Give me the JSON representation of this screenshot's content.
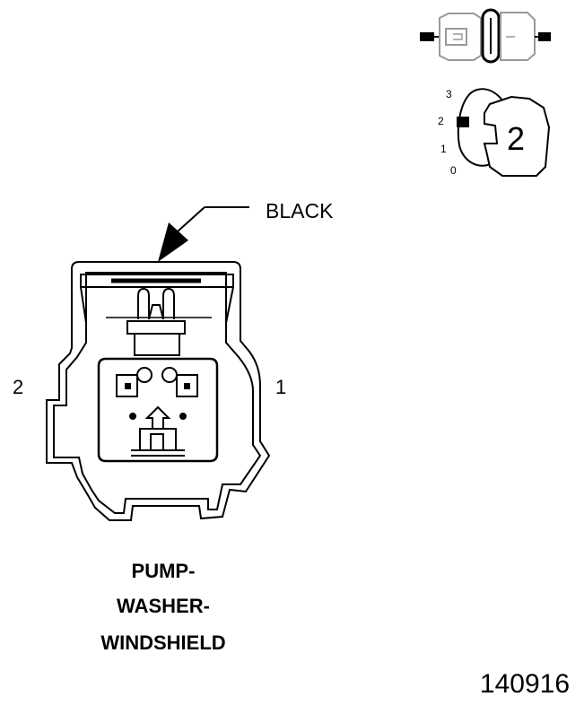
{
  "callout": {
    "color_label": "BLACK"
  },
  "pins": {
    "left_label": "2",
    "right_label": "1"
  },
  "connector_name": {
    "line1": "PUMP-",
    "line2": "WASHER-",
    "line3": "WINDSHIELD"
  },
  "view_indicator": {
    "positions": [
      "3",
      "2",
      "1",
      "0"
    ],
    "key_number": "2"
  },
  "figure_id": "140916",
  "colors": {
    "ink": "#000000",
    "faded": "#999999",
    "background": "#ffffff"
  },
  "icons": {
    "connector_side_view": "connector-side-view-icon",
    "key_position_dial": "key-position-dial-icon",
    "callout_arrow": "callout-arrow-icon"
  }
}
